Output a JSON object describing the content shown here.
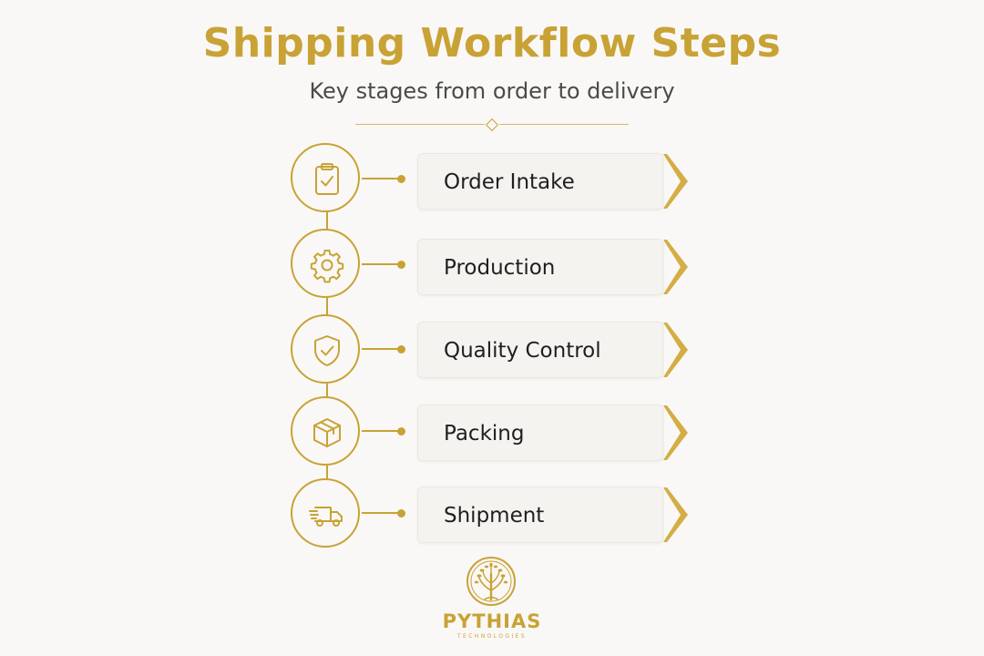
{
  "header": {
    "title": "Shipping Workflow Steps",
    "subtitle": "Key stages from order to delivery"
  },
  "colors": {
    "accent": "#c9a235",
    "text": "#1f1f1f",
    "subtitle": "#4a4a4a",
    "background": "#f9f8f6",
    "card": "#f5f3f0"
  },
  "steps": [
    {
      "label": "Order Intake",
      "icon": "clipboard-check-icon"
    },
    {
      "label": "Production",
      "icon": "gear-icon"
    },
    {
      "label": "Quality Control",
      "icon": "shield-check-icon"
    },
    {
      "label": "Packing",
      "icon": "box-icon"
    },
    {
      "label": "Shipment",
      "icon": "delivery-truck-icon"
    }
  ],
  "logo": {
    "name": "PYTHIAS",
    "tagline": "TECHNOLOGIES"
  }
}
